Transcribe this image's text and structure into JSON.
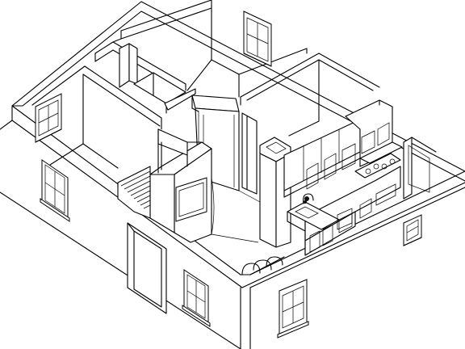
{
  "title": "",
  "drawing": {
    "subject": "isometric-house-floor-plan",
    "line_color": "#000000",
    "background_color": "#ffffff",
    "windows_count": 6,
    "doors_count": 2
  }
}
